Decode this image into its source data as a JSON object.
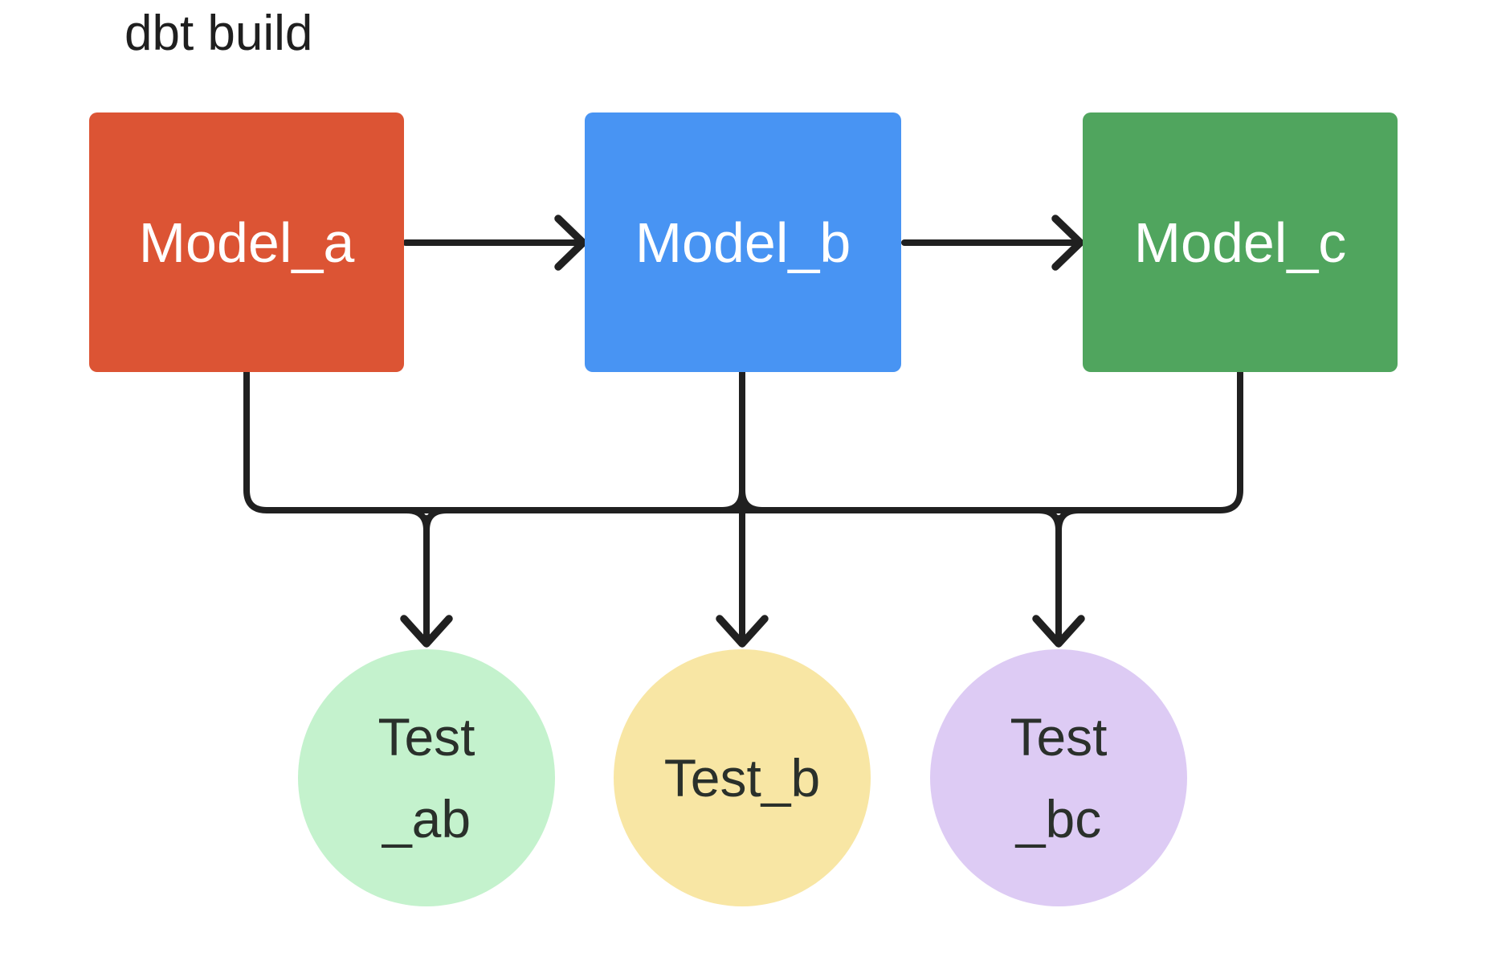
{
  "title": "dbt build",
  "colors": {
    "background": "#ffffff",
    "connector": "#202020",
    "model_text": "#ffffff",
    "test_text": "#2a302b",
    "title_text": "#1f1f1f",
    "model_a": "#dc5434",
    "model_b": "#4894f3",
    "model_c": "#50a55e",
    "test_ab": "#c4f2cd",
    "test_b": "#f8e6a4",
    "test_bc": "#ddcbf4"
  },
  "models": [
    {
      "label": "Model_a",
      "color": "#dc5434"
    },
    {
      "label": "Model_b",
      "color": "#4894f3"
    },
    {
      "label": "Model_c",
      "color": "#50a55e"
    }
  ],
  "tests": [
    {
      "line1": "Test",
      "line2": "_ab",
      "color": "#c4f2cd"
    },
    {
      "line1": "Test_b",
      "line2": "",
      "color": "#f8e6a4"
    },
    {
      "line1": "Test",
      "line2": "_bc",
      "color": "#ddcbf4"
    }
  ],
  "edges": [
    {
      "from": "Model_a",
      "to": "Model_b"
    },
    {
      "from": "Model_b",
      "to": "Model_c"
    },
    {
      "from": "Model_a",
      "to": "Test_ab"
    },
    {
      "from": "Model_b",
      "to": "Test_ab"
    },
    {
      "from": "Model_b",
      "to": "Test_b"
    },
    {
      "from": "Model_b",
      "to": "Test_bc"
    },
    {
      "from": "Model_c",
      "to": "Test_bc"
    }
  ]
}
